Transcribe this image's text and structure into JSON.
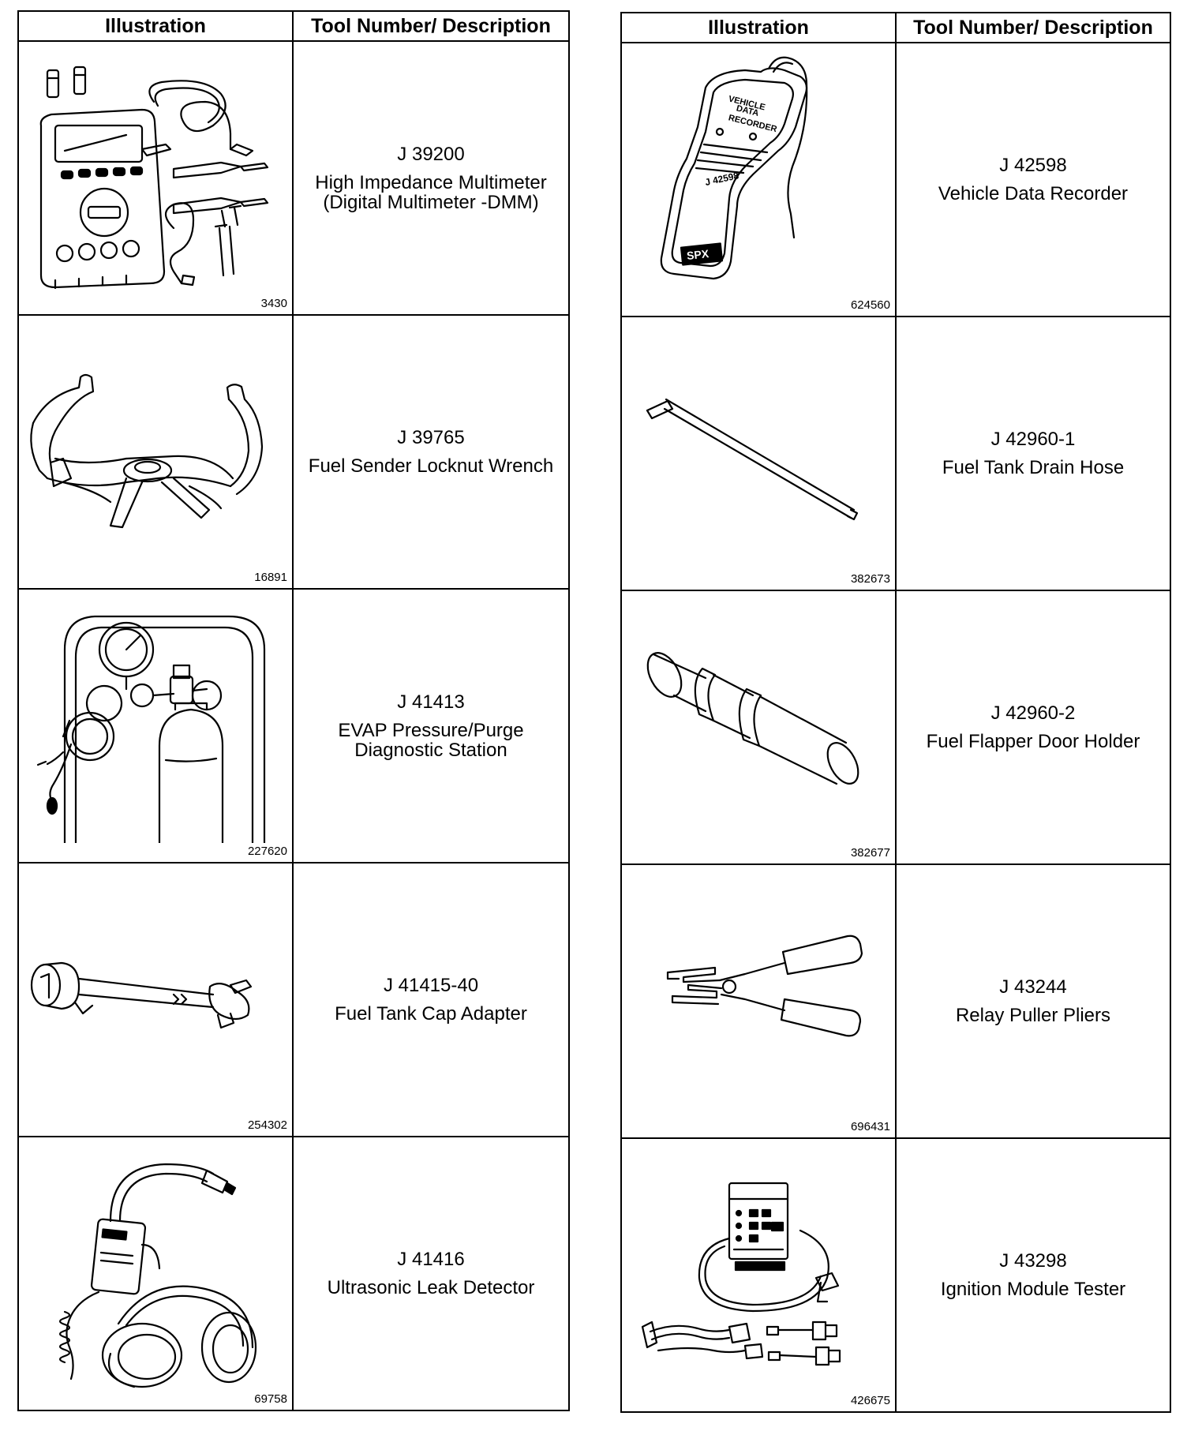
{
  "header": {
    "illustration": "Illustration",
    "tool": "Tool Number/ Description"
  },
  "left": [
    {
      "fig": "3430",
      "number": "J 39200",
      "desc": "High Impedance Multimeter (Digital Multimeter -DMM)",
      "icon": "multimeter-icon"
    },
    {
      "fig": "16891",
      "number": "J 39765",
      "desc": "Fuel Sender Locknut Wrench",
      "icon": "locknut-wrench-icon"
    },
    {
      "fig": "227620",
      "number": "J 41413",
      "desc": "EVAP Pressure/Purge Diagnostic Station",
      "icon": "evap-station-icon"
    },
    {
      "fig": "254302",
      "number": "J 41415-40",
      "desc": "Fuel Tank Cap Adapter",
      "icon": "cap-adapter-icon"
    },
    {
      "fig": "69758",
      "number": "J 41416",
      "desc": "Ultrasonic Leak Detector",
      "icon": "leak-detector-icon"
    }
  ],
  "right": [
    {
      "fig": "624560",
      "number": "J 42598",
      "desc": "Vehicle Data Recorder",
      "icon": "data-recorder-icon"
    },
    {
      "fig": "382673",
      "number": "J 42960-1",
      "desc": "Fuel Tank Drain Hose",
      "icon": "drain-hose-icon"
    },
    {
      "fig": "382677",
      "number": "J 42960-2",
      "desc": "Fuel Flapper Door Holder",
      "icon": "door-holder-icon"
    },
    {
      "fig": "696431",
      "number": "J 43244",
      "desc": "Relay Puller Pliers",
      "icon": "pliers-icon"
    },
    {
      "fig": "426675",
      "number": "J 43298",
      "desc": "Ignition Module Tester",
      "icon": "module-tester-icon"
    }
  ],
  "recorder_label": {
    "brand": "SPX",
    "line1": "VEHICLE",
    "line2": "DATA",
    "line3": "RECORDER",
    "model": "J 42598"
  }
}
